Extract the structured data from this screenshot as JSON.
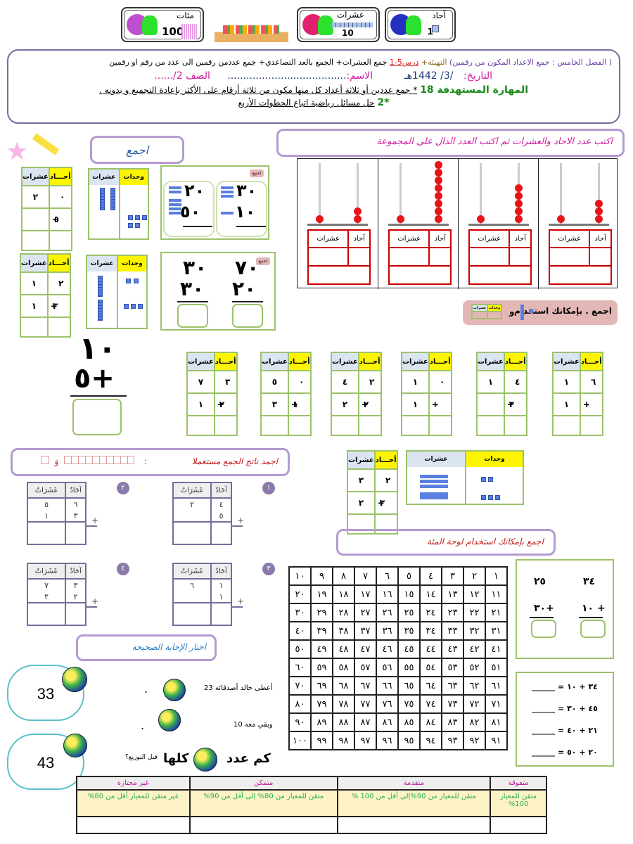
{
  "header_icons": {
    "hundreds": {
      "label": "مئات",
      "num": "100"
    },
    "tens": {
      "label": "عشرات",
      "num": "10"
    },
    "ones": {
      "label": "آحاد",
      "num": "1"
    }
  },
  "header": {
    "line1_a": "( الفصل الخامس : جمع الاعداد المكون من رقمين)",
    "line1_b": "التهيئة+",
    "line1_c": "درس5-1",
    "line1_d": "جمع العشرات+ الجمع بالعد التصاعدي+ جمع عددمن رقمين الى عدد من رقم او رقمين",
    "date_label": "التاريخ:",
    "date_value": "/3/ 1442هـ",
    "name_label": "الاسم:",
    "name_dots": "......................................",
    "class_label": "الصف 2/......",
    "skill_label": "المهارة المستهدفة 18",
    "skill_text": "* جمع عددين أو ثلاثة أعداد كل منها مكون من ثلاثة أرقام على الأكثر بإعادة التجميع و بدونه .",
    "skill2_num": "*2",
    "skill2_text": "حل مسائل رياضية اتباع الخطوات الأربع"
  },
  "add_title": "اجمع",
  "abacus": {
    "instruction": "اكتب عدد الاحاد والعشرات ثم اكتب العدد الدال على المجموعة",
    "ones_label": "آحاد",
    "tens_label": "عشرات",
    "items": [
      {
        "tens": 1,
        "ones": 3
      },
      {
        "tens": 1,
        "ones": 5
      },
      {
        "tens": 1,
        "ones": 8
      },
      {
        "tens": 1,
        "ones": 2
      }
    ]
  },
  "pink": {
    "text": "اجمع . بإمكانك استخدام",
    "and": "و",
    "mini_units": "وحدات",
    "mini_tens": "عشرات"
  },
  "labels": {
    "ones": "أحـــاد",
    "tens": "عشرات",
    "units": "وحدات",
    "plus": "+",
    "card_tag": "اجمع"
  },
  "left_tables": [
    {
      "tens": [
        "٢",
        ""
      ],
      "ones": [
        "٠",
        "٥"
      ]
    },
    {
      "tens": [
        "١",
        "١"
      ],
      "ones": [
        "٢",
        "٣"
      ]
    }
  ],
  "card1": {
    "a_top": "٢٠",
    "a_bot": "٥٠",
    "b_top": "٣٠",
    "b_bot": "١٠"
  },
  "card2": {
    "a_top": "٣٠",
    "a_bot": "٣٠",
    "b_top": "٧٠",
    "b_bot": "٢٠"
  },
  "big": {
    "top": "١٠",
    "bot": "٥+"
  },
  "row_tables": [
    {
      "tens": [
        "٧",
        "١"
      ],
      "ones": [
        "٣",
        "٢"
      ]
    },
    {
      "tens": [
        "٥",
        "٣"
      ],
      "ones": [
        "٠",
        "١"
      ]
    },
    {
      "tens": [
        "٤",
        "٢"
      ],
      "ones": [
        "٢",
        "٢"
      ]
    },
    {
      "tens": [
        "١",
        "١"
      ],
      "ones": [
        "٠",
        "٠"
      ]
    },
    {
      "tens": [
        "١",
        ""
      ],
      "ones": [
        "٤",
        "٣"
      ]
    },
    {
      "tens": [
        "١",
        "١"
      ],
      "ones": [
        "٦",
        "٠"
      ]
    }
  ],
  "mid_table": {
    "tens": [
      "٣",
      "٢"
    ],
    "ones": [
      "٢",
      "٣"
    ]
  },
  "purple": {
    "title": "اجمد ناتج الجمع مستعملا",
    "colon": ":",
    "and": "وَ",
    "ones": "آحَادٌ",
    "tens": "عَشَرَاتٌ",
    "items": [
      {
        "n": "١",
        "tens": [
          "٢",
          ""
        ],
        "ones": [
          "٤",
          "٥"
        ]
      },
      {
        "n": "٢",
        "tens": [
          "٥",
          "١"
        ],
        "ones": [
          "٦",
          "٣"
        ]
      },
      {
        "n": "٣",
        "tens": [
          "٦",
          ""
        ],
        "ones": [
          "١",
          "١"
        ]
      },
      {
        "n": "٤",
        "tens": [
          "٧",
          "٢"
        ],
        "ones": [
          "٣",
          "٢"
        ]
      }
    ]
  },
  "hundred_title": "اجمع بإمكانك استخدام لوحة المئة",
  "hundred": [
    [
      "١",
      "٢",
      "٣",
      "٤",
      "٥",
      "٦",
      "٧",
      "٨",
      "٩",
      "١٠"
    ],
    [
      "١١",
      "١٢",
      "١٣",
      "١٤",
      "١٥",
      "١٦",
      "١٧",
      "١٨",
      "١٩",
      "٢٠"
    ],
    [
      "٢١",
      "٢٢",
      "٢٣",
      "٢٤",
      "٢٥",
      "٢٦",
      "٢٧",
      "٢٨",
      "٢٩",
      "٣٠"
    ],
    [
      "٣١",
      "٣٢",
      "٣٣",
      "٣٤",
      "٣٥",
      "٣٦",
      "٣٧",
      "٣٨",
      "٣٩",
      "٤٠"
    ],
    [
      "٤١",
      "٤٢",
      "٤٣",
      "٤٤",
      "٤٥",
      "٤٦",
      "٤٧",
      "٤٨",
      "٤٩",
      "٥٠"
    ],
    [
      "٥١",
      "٥٢",
      "٥٣",
      "٥٤",
      "٥٥",
      "٥٦",
      "٥٧",
      "٥٨",
      "٥٩",
      "٦٠"
    ],
    [
      "٦١",
      "٦٢",
      "٦٣",
      "٦٤",
      "٦٥",
      "٦٦",
      "٦٧",
      "٦٨",
      "٦٩",
      "٧٠"
    ],
    [
      "٧١",
      "٧٢",
      "٧٣",
      "٧٤",
      "٧٥",
      "٧٦",
      "٧٧",
      "٧٨",
      "٧٩",
      "٨٠"
    ],
    [
      "٨١",
      "٨٢",
      "٨٣",
      "٨٤",
      "٨٥",
      "٨٦",
      "٨٧",
      "٨٨",
      "٨٩",
      "٩٠"
    ],
    [
      "٩١",
      "٩٢",
      "٩٣",
      "٩٤",
      "٩٥",
      "٩٦",
      "٩٧",
      "٩٨",
      "٩٩",
      "١٠٠"
    ]
  ],
  "right_card": {
    "a_top": "٣٤",
    "a_bot": "١٠ +",
    "b_top": "٢٥",
    "b_bot": "٣٠+"
  },
  "equations": [
    "٣٤ + ١٠ = ______",
    "٤٥ + ٣٠ = ______",
    "٢١ + ٤٠ = ______",
    "٢٠ + ٥٠ = ______"
  ],
  "choose": {
    "title": "اختار الإجابة الصحيحة",
    "q1": "أعطى خالد أصدقائه 23",
    "q2": "وبقي معه 10",
    "q3": "كم عدد",
    "q3b": "كلها",
    "q3c": "قبل التوزيع؟",
    "dot": ".",
    "opt1": "33",
    "opt2": "43"
  },
  "rubric": {
    "headers": [
      "متفوقة",
      "متقدمة",
      "متمكن",
      "غير مجتازة"
    ],
    "desc": [
      "متقن للمعيار 100%",
      "متقن للمعيار من 90%إلى أقل من 100 %",
      "متقن للمعيار من 80% إلى أقل من 90%",
      "غير متقن للمعيار أقل من 80%"
    ]
  }
}
